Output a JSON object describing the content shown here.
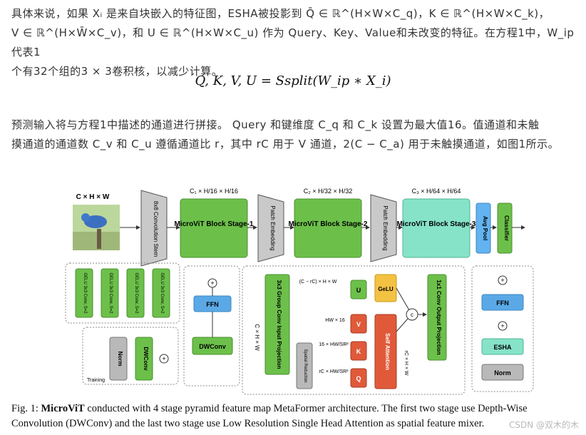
{
  "paragraph1": {
    "line1": "具体来说，如果 Xᵢ 是来自块嵌入的特征图，ESHA被投影到 Q̄ ∈ ℝ^(H×W×C_q)，K ∈ ℝ^(H×W×C_k)，",
    "line2": "V ∈ ℝ^(H×W̄×C_v)，和 U ∈ ℝ^(H×W×C_u) 作为 Query、Key、Value和未改变的特征。在方程1中，W_ip 代表1",
    "line3": "个有32个组的3 × 3卷积核，以减少计算。"
  },
  "equation": "Q, K, V, U = Ssplit(W_ip ∗ X_i)",
  "paragraph2": {
    "line1": "预测输入将与方程1中描述的通道进行拼接。 Query 和键维度 C_q 和 C_k 设置为最大值16。值通道和未触",
    "line2": "摸通道的通道数 C_v 和 C_u 遵循通道比 r，其中 rC 用于 V 通道，2(C − C_a) 用于未触摸通道，如图1所示。"
  },
  "figure": {
    "input_label": "C × H × W",
    "stem": "8x8 Convolution Stem",
    "stage1": "MicroViT Block Stage-1",
    "stage2": "MicroViT Block Stage-2",
    "stage3": "MicroViT Block Stage-3",
    "dim1": "C₁ × H/16 × H/16",
    "dim2": "C₂ × H/32 × H/32",
    "dim3": "C₃ × H/64 × H/64",
    "patch_embed": "Patch Embedding",
    "avg_pool": "Avg Pool",
    "classifier": "Classifier",
    "stem_conv": "GELU 3x3 Conv, S=2",
    "norm": "Norm",
    "dwconv": "DWConv",
    "training": "Training",
    "ffn": "FFN",
    "group_conv": "3x3 Group Conv Input Projection",
    "chw": "C × H × W",
    "u_dim": "(C − rC) × H × W",
    "u": "U",
    "gelu": "GeLU",
    "v": "V",
    "k": "K",
    "q": "Q",
    "v_dim": "HW × 16",
    "k_dim": "16 × HW/SR²",
    "q_dim": "rC × HW/SR²",
    "spatial_reduction": "Spatial Reduction",
    "self_attention": "Self Attention",
    "rchw": "rC × H × W",
    "concat": "c",
    "output_proj": "1x1 Conv Output Projection",
    "esha": "ESHA"
  },
  "caption": {
    "prefix": "Fig. 1: ",
    "bold": "MicroViT",
    "rest1": " conducted with 4 stage pyramid feature map MetaFormer architecture. The first two stage use Depth-Wise",
    "line2": "Convolution (DWConv) and the last two stage use Low Resolution Single Head Attention as spatial feature mixer."
  },
  "watermark": "CSDN @双木的木",
  "colors": {
    "stage_green": "#6cc04a",
    "stage3_teal": "#86e3c8",
    "pool_blue": "#62b3f0",
    "ffn_blue": "#5aa9e6",
    "attn_red": "#e05a3a",
    "gelu_yellow": "#f4c242",
    "norm_gray": "#b9b9b9"
  }
}
